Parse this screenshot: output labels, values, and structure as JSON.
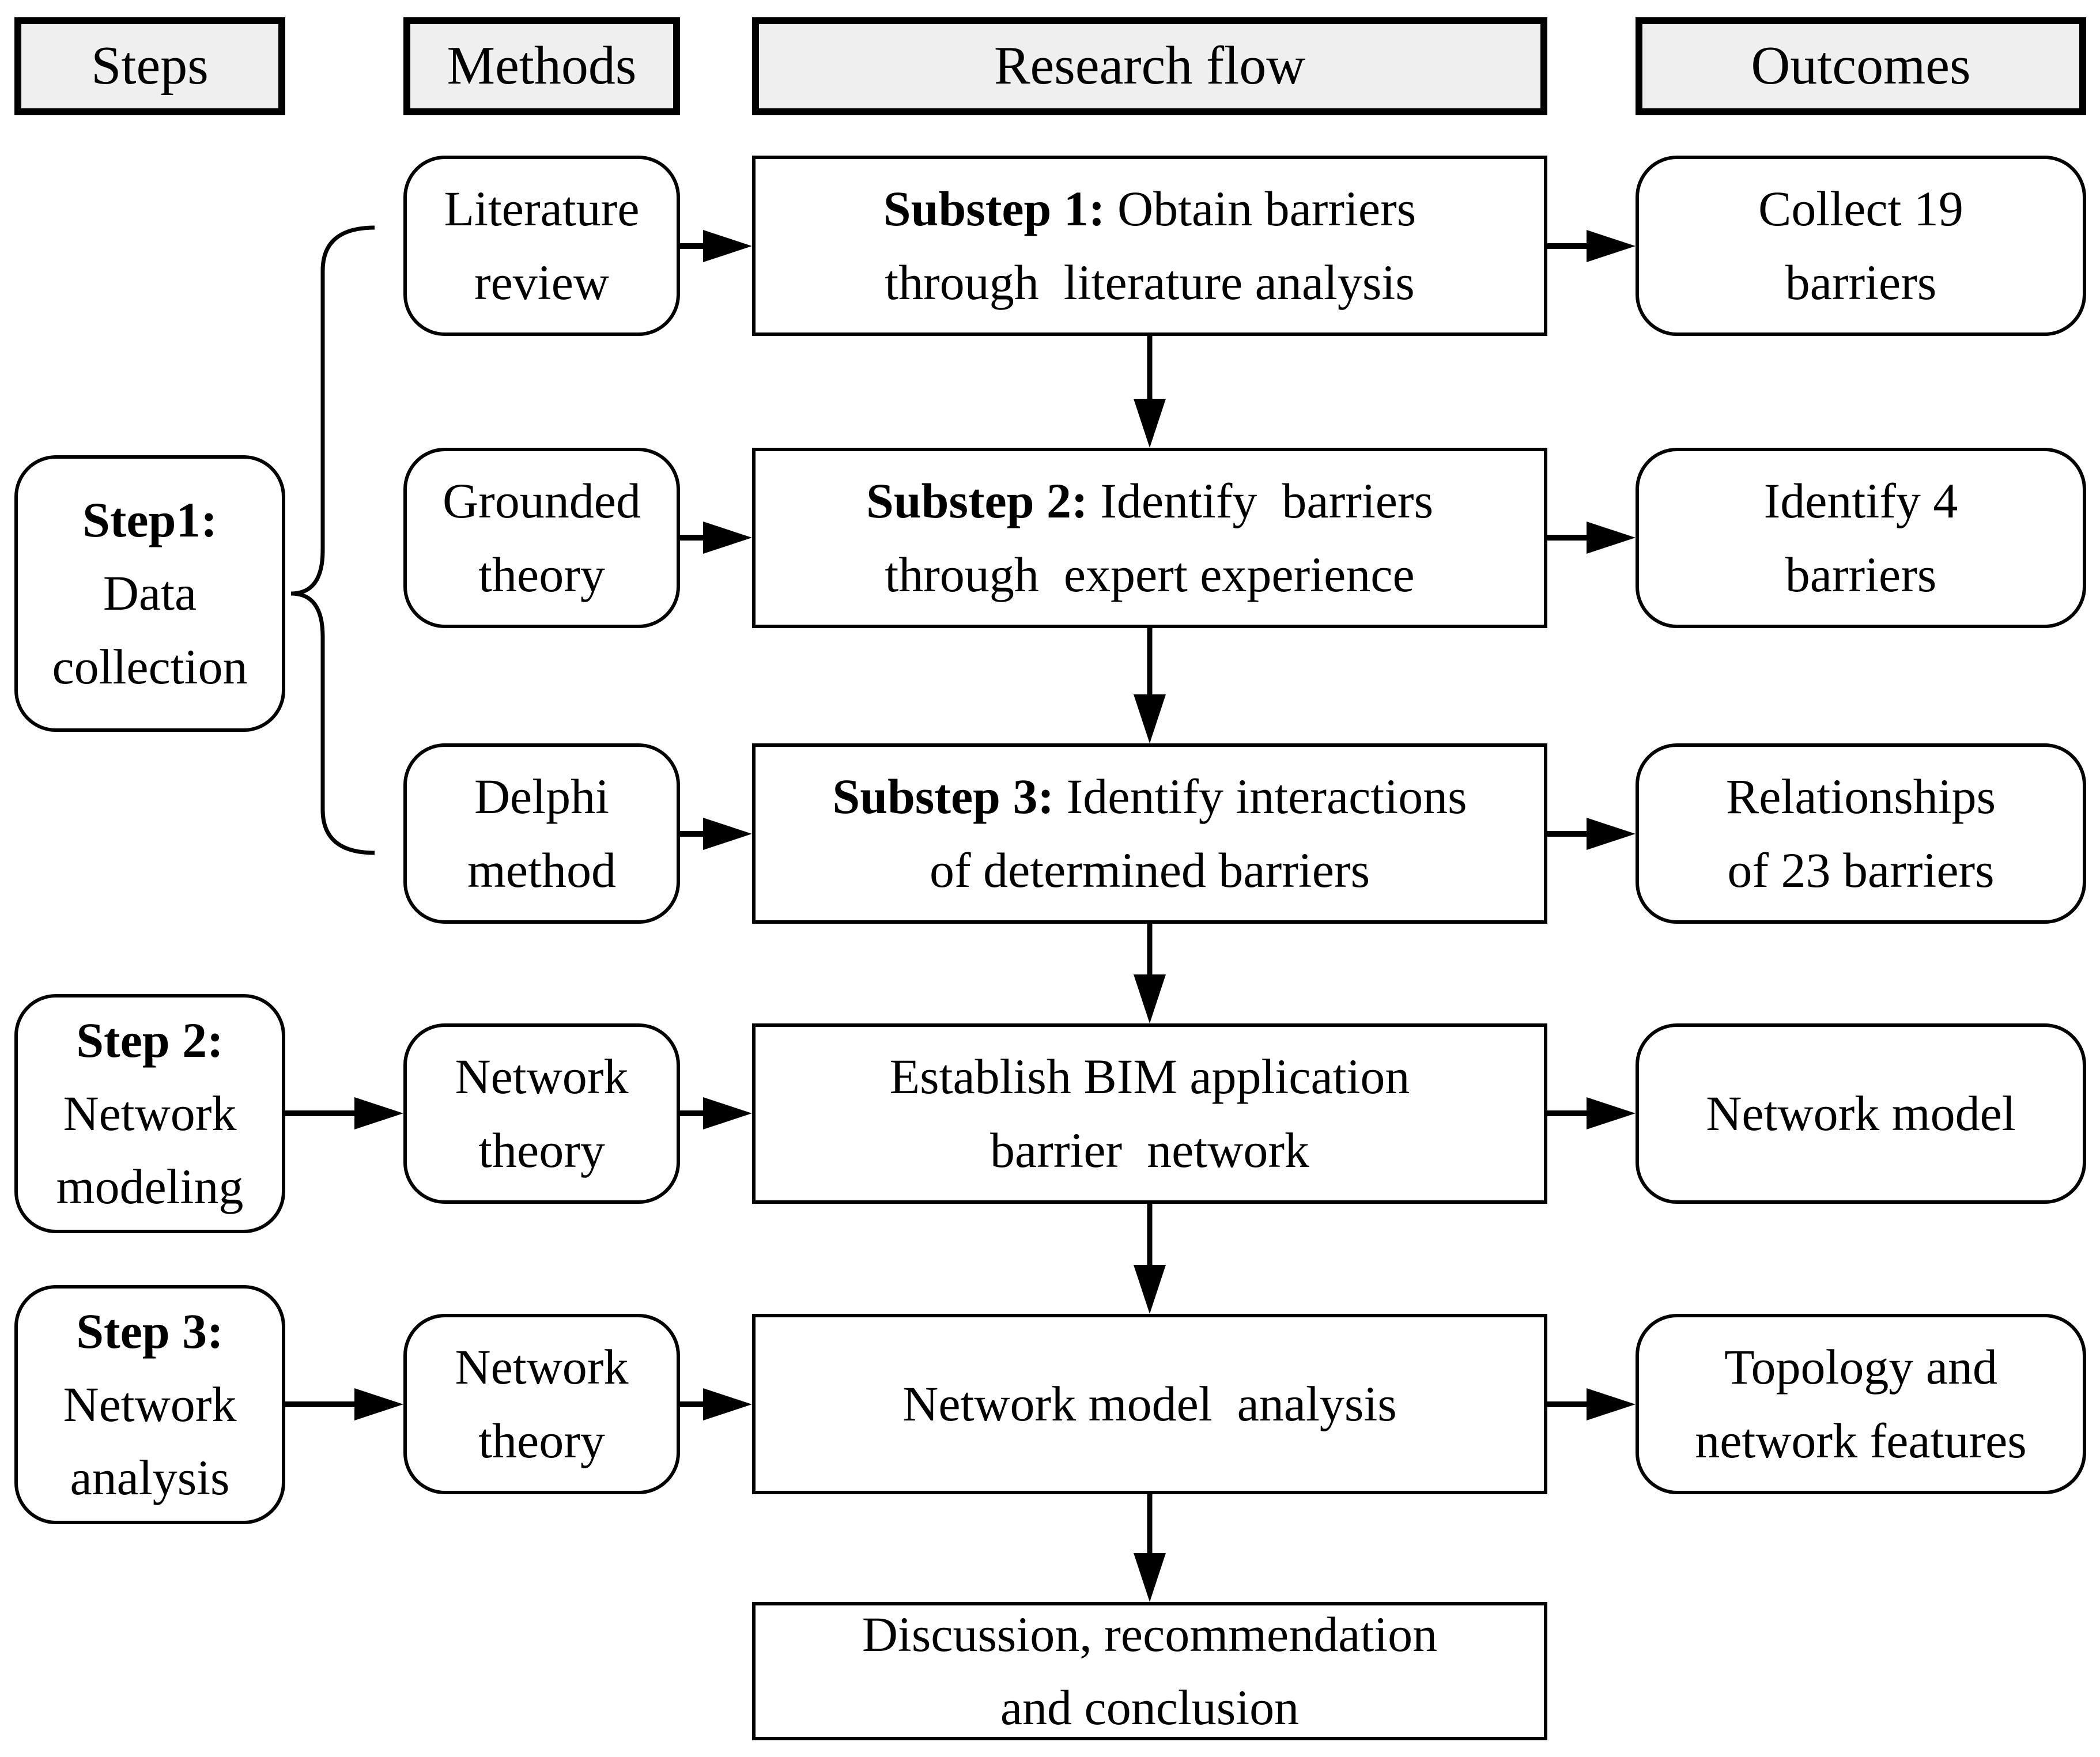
{
  "headers": {
    "steps": "Steps",
    "methods": "Methods",
    "flow": "Research flow",
    "outcomes": "Outcomes"
  },
  "steps": [
    {
      "bold": "Step1:",
      "line2": "Data",
      "line3": "collection"
    },
    {
      "bold": "Step 2:",
      "line2": "Network",
      "line3": "modeling"
    },
    {
      "bold": "Step 3:",
      "line2": "Network",
      "line3": "analysis"
    }
  ],
  "methods": [
    {
      "line1": "Literature",
      "line2": "review"
    },
    {
      "line1": "Grounded",
      "line2": "theory"
    },
    {
      "line1": "Delphi",
      "line2": "method"
    },
    {
      "line1": "Network",
      "line2": "theory"
    },
    {
      "line1": "Network",
      "line2": "theory"
    }
  ],
  "flow": [
    {
      "bold": "Substep 1:",
      "rest": " Obtain barriers",
      "line2": "through  literature analysis"
    },
    {
      "bold": "Substep 2:",
      "rest": " Identify  barriers",
      "line2": "through  expert experience"
    },
    {
      "bold": "Substep 3:",
      "rest": " Identify interactions",
      "line2": "of determined barriers"
    },
    {
      "line1": "Establish BIM application",
      "line2": "barrier  network"
    },
    {
      "line1": "Network model  analysis",
      "line2": ""
    },
    {
      "line1": "Discussion, recommendation",
      "line2": "and conclusion"
    }
  ],
  "outcomes": [
    {
      "line1": "Collect 19",
      "line2": "barriers"
    },
    {
      "line1": "Identify 4",
      "line2": "barriers"
    },
    {
      "line1": "Relationships",
      "line2": "of 23 barriers"
    },
    {
      "line1": "Network model",
      "line2": ""
    },
    {
      "line1": "Topology and",
      "line2": "network features"
    }
  ],
  "colors": {
    "background": "#ffffff",
    "border": "#000000",
    "header_fill": "#efefef",
    "text": "#000000"
  }
}
